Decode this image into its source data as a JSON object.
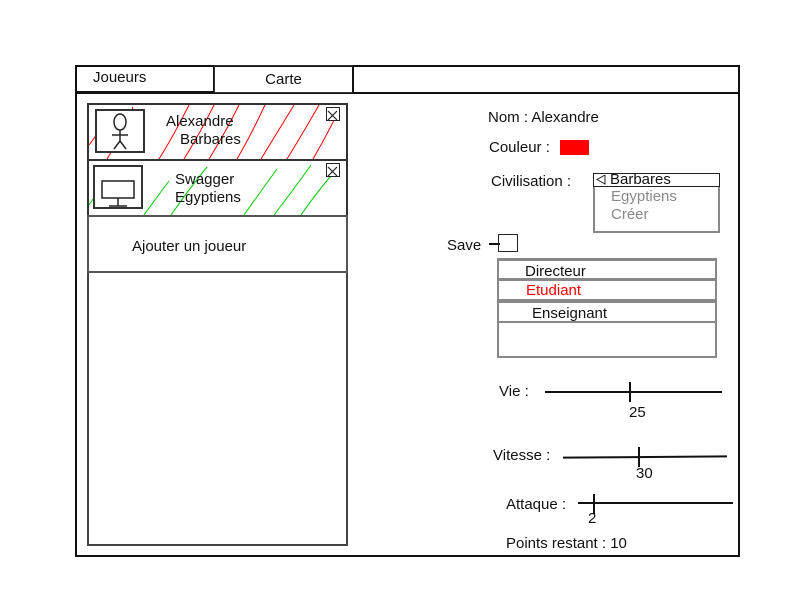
{
  "tabs": {
    "players_label": "Joueurs",
    "map_label": "Carte"
  },
  "players": [
    {
      "name": "Alexandre",
      "civilization": "Barbares",
      "hatch_color": "#ff0000",
      "avatar": "stick-figure-icon"
    },
    {
      "name": "Swagger",
      "civilization": "Egyptiens",
      "hatch_color": "#00cc00",
      "avatar": "computer-monitor-icon"
    }
  ],
  "add_player_label": "Ajouter un joueur",
  "details": {
    "name_text": "Nom : Alexandre",
    "color_label": "Couleur :",
    "color_value": "#ff0000",
    "civ_label": "Civilisation :",
    "civ_selected": "Barbares",
    "civ_options": [
      "Egyptiens",
      "Créer"
    ],
    "save_label": "Save",
    "roles": [
      {
        "label": "Directeur",
        "color": "#111111"
      },
      {
        "label": "Etudiant",
        "color": "#ff0000"
      },
      {
        "label": "Enseignant",
        "color": "#111111"
      }
    ],
    "stats": {
      "vie": {
        "label": "Vie :",
        "value": "25"
      },
      "vitesse": {
        "label": "Vitesse :",
        "value": "30"
      },
      "attaque": {
        "label": "Attaque :",
        "value": "2"
      }
    },
    "points_text": "Points restant : 10"
  }
}
